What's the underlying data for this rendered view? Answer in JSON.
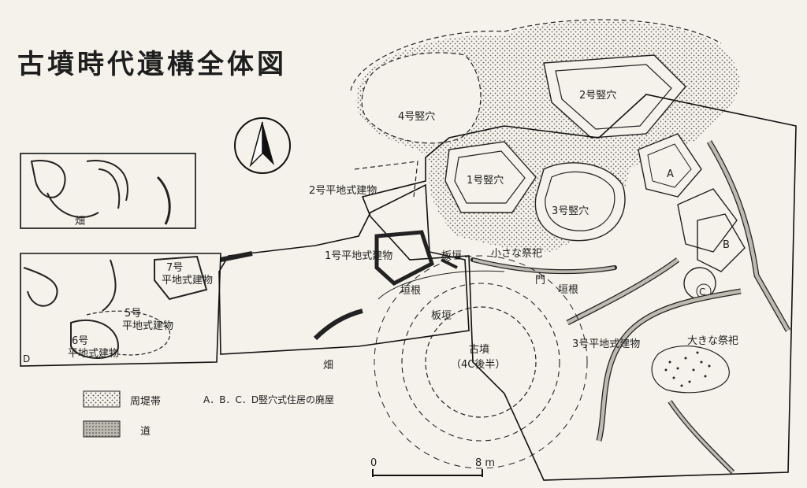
{
  "title": "古墳時代遺構全体図",
  "labels": {
    "pit4": "4号竪穴",
    "pit2": "2号竪穴",
    "pit1": "1号竪穴",
    "pit3": "3号竪穴",
    "pitA": "A",
    "pitB": "B",
    "pitC": "C",
    "ground2": "2号平地式建物",
    "ground1": "1号平地式建物",
    "itagaki_top": "板垣",
    "itagaki_mid": "板垣",
    "kakine_left": "垣根",
    "kakine_right": "垣根",
    "gate": "門",
    "small_ritual": "小さな祭祀",
    "big_ritual": "大きな祭祀",
    "ground3": "3号平地式建物",
    "kofun_name": "古墳",
    "kofun_date": "（4C後半）",
    "field_top": "畑",
    "field_bottom": "畑",
    "b7_num": "7号",
    "b7_name": "平地式建物",
    "b5_num": "5号",
    "b5_name": "平地式建物",
    "b6_num": "6号",
    "b6_name": "平地式建物",
    "d_mark": "D"
  },
  "legend": {
    "moat_label": "周堤帯",
    "road_label": "道",
    "note": "A．B．C．D竪穴式住居の廃屋"
  },
  "scale": {
    "start": "0",
    "end": "8 m"
  },
  "north_arrow_icon": "north-arrow-icon"
}
